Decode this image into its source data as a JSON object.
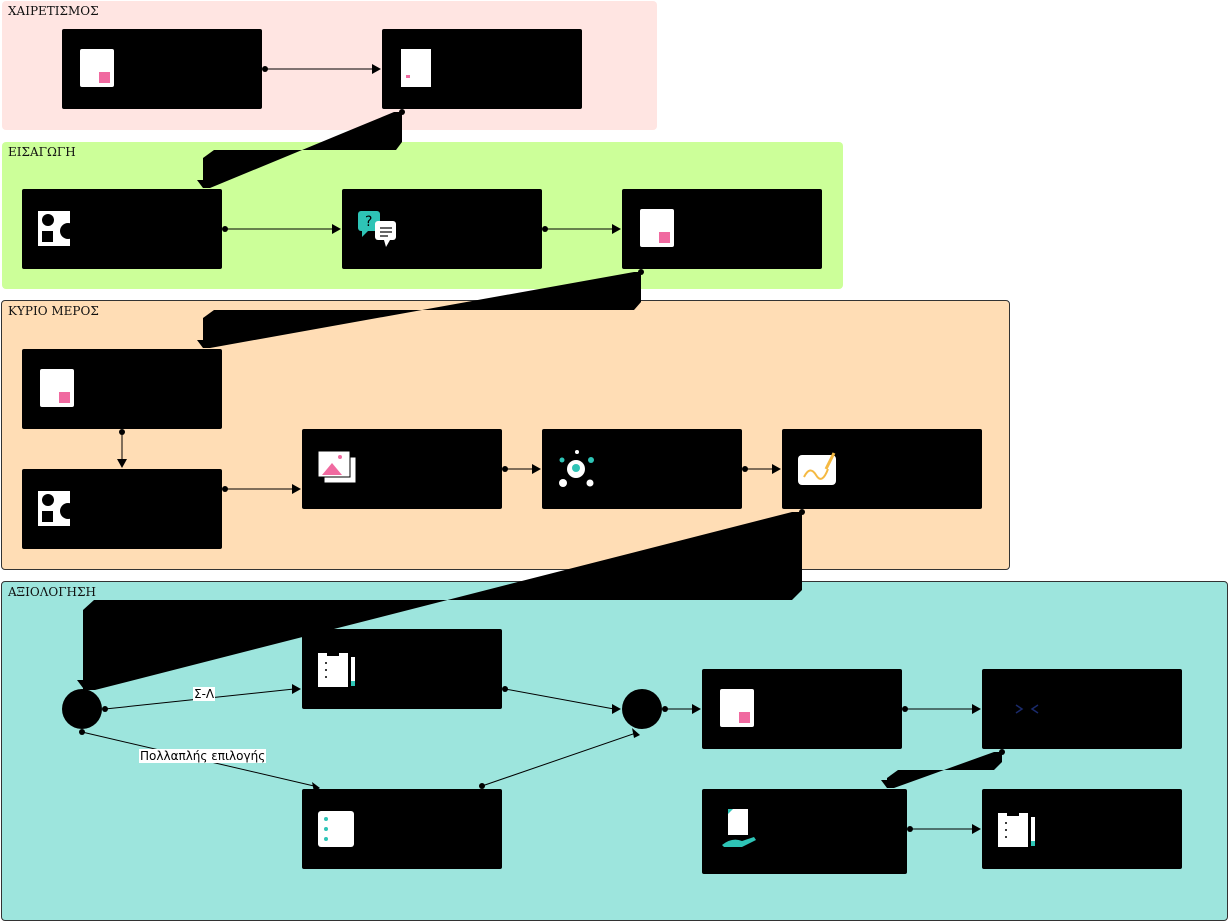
{
  "lanes": {
    "greeting": {
      "title": "ΧΑΙΡΕΤΙΣΜΟΣ",
      "color": "#FFE5E2"
    },
    "intro": {
      "title": "ΕΙΣΑΓΩΓΗ",
      "color": "#CCFF99"
    },
    "main": {
      "title": "ΚΥΡΙΟ ΜΕΡΟΣ",
      "color": "#FFDDB5"
    },
    "assessment": {
      "title": "ΑΞΙΟΛΟΓΗΣΗ",
      "color": "#9DE5DD"
    }
  },
  "edge_labels": {
    "true_false": "Σ-Λ",
    "multiple_choice": "Πολλαπλής επιλογής"
  },
  "nodes": [
    {
      "id": "greet-1",
      "icon": "document-icon"
    },
    {
      "id": "greet-2",
      "icon": "document-small-icon"
    },
    {
      "id": "intro-1",
      "icon": "shapes-icon"
    },
    {
      "id": "intro-2",
      "icon": "question-chat-icon"
    },
    {
      "id": "intro-3",
      "icon": "document-icon"
    },
    {
      "id": "main-1",
      "icon": "document-icon"
    },
    {
      "id": "main-2",
      "icon": "shapes-icon"
    },
    {
      "id": "main-3",
      "icon": "image-gallery-icon"
    },
    {
      "id": "main-4",
      "icon": "idea-network-icon"
    },
    {
      "id": "main-5",
      "icon": "drawing-icon"
    },
    {
      "id": "assess-tf",
      "icon": "clipboard-pencil-icon"
    },
    {
      "id": "assess-mc",
      "icon": "checklist-icon"
    },
    {
      "id": "assess-3",
      "icon": "document-icon"
    },
    {
      "id": "assess-4",
      "icon": "compare-arrows-icon"
    },
    {
      "id": "assess-5",
      "icon": "hand-document-icon"
    },
    {
      "id": "assess-6",
      "icon": "clipboard-pencil-icon"
    }
  ],
  "colors": {
    "accent_pink": "#F06AA0",
    "accent_teal": "#2EC4B6",
    "accent_yellow": "#F5B942",
    "node": "#000000"
  }
}
